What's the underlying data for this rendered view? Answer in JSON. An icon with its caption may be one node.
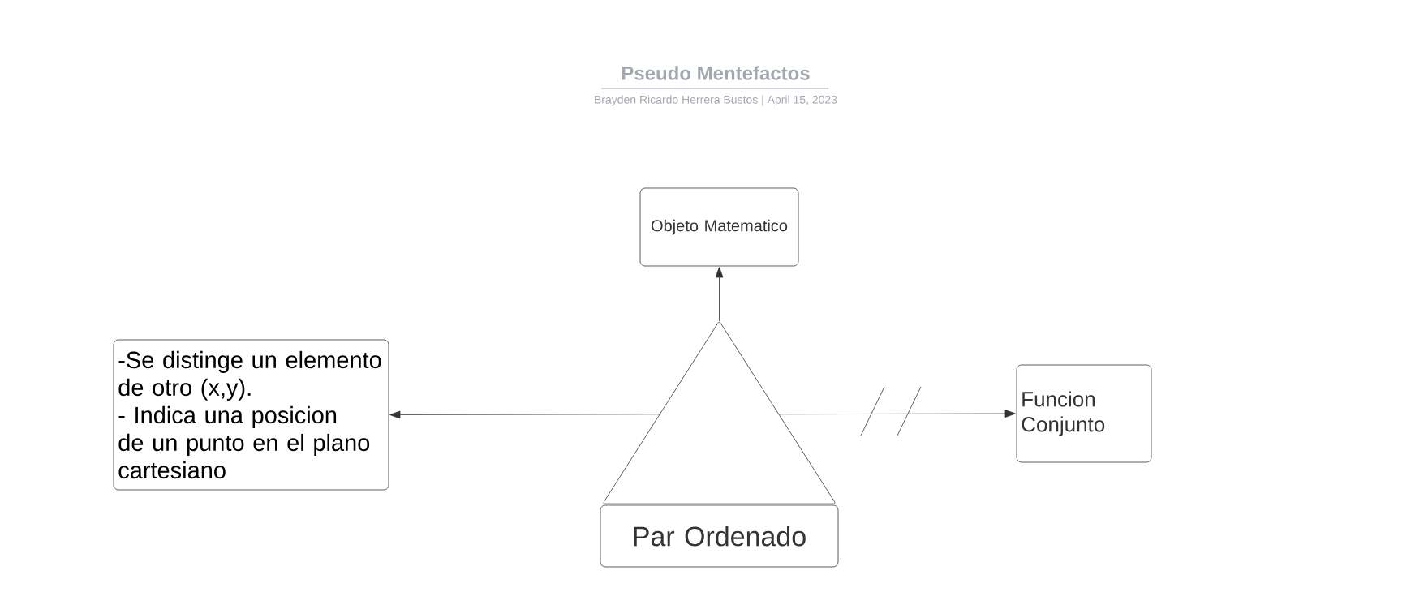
{
  "diagram": {
    "title": "Pseudo Mentefactos",
    "nodes": [
      {
        "text": [
          "Objeto Matematico"
        ]
      },
      {
        "text": [
          "-Se distinge un elemento de otro (x,y).",
          "- Indica una posicion de un punto en el plano cartesiano"
        ]
      },
      {
        "text": [],
        "shape": "triangle"
      },
      {
        "text": [
          "Par Ordenado"
        ]
      },
      {
        "text": [
          "Funcion Conjunto"
        ]
      }
    ],
    "edges": [
      {
        "from": 2,
        "to": 0,
        "arrow": "to"
      },
      {
        "from": 2,
        "to": 1,
        "arrow": "to"
      },
      {
        "from": 2,
        "to": 4,
        "arrow": "to"
      }
    ],
    "labels": [
      "Brayden Ricardo Herrera Bustos  |  April 15, 2023"
    ]
  }
}
